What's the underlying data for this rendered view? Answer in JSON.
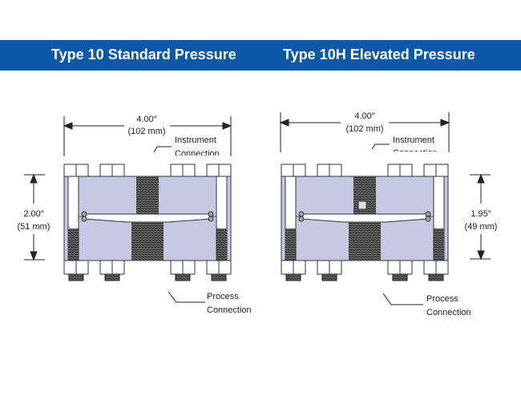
{
  "header": {
    "left_title": "Type 10 Standard Pressure",
    "right_title": "Type 10H Elevated Pressure",
    "color": "#0b58a6"
  },
  "left_diagram": {
    "width_in": "4.00″",
    "width_mm": "(102 mm)",
    "height_in": "2.00″",
    "height_mm": "(51 mm)",
    "instrument_label_1": "Instrument",
    "instrument_label_2": "Connection",
    "process_label_1": "Process",
    "process_label_2": "Connection"
  },
  "right_diagram": {
    "width_in": "4.00″",
    "width_mm": "(102 mm)",
    "height_in": "1.95″",
    "height_mm": "(49 mm)",
    "instrument_label_1": "Instrument",
    "instrument_label_2": "Connection",
    "process_label_1": "Process",
    "process_label_2": "Connection"
  }
}
